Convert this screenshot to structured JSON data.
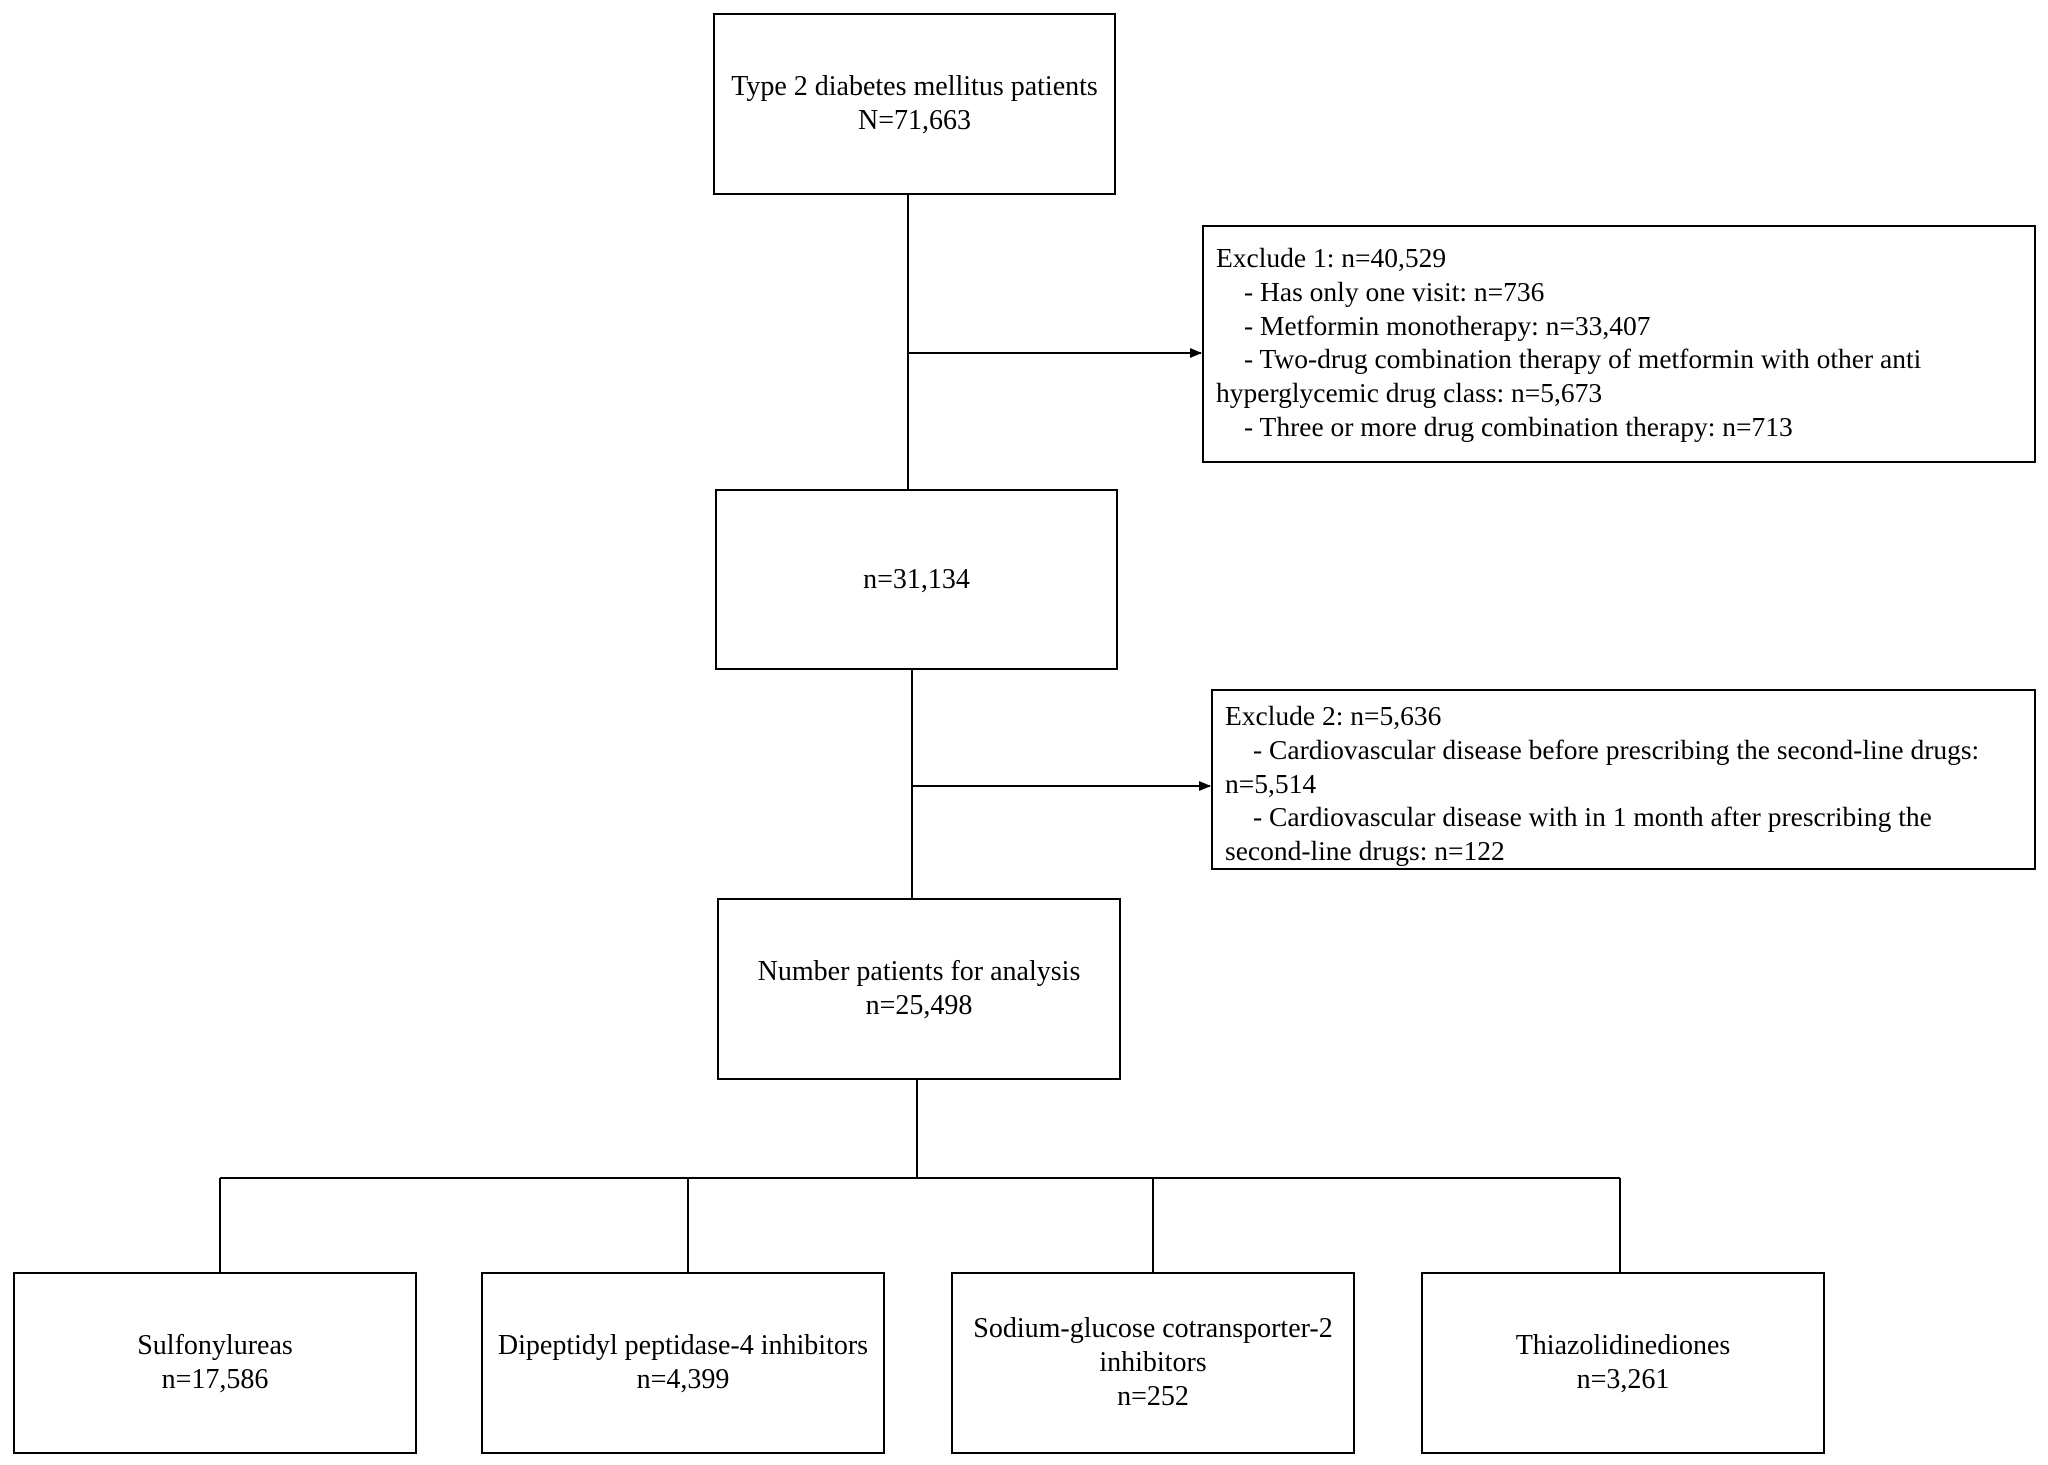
{
  "top": {
    "title": "Type 2 diabetes mellitus patients",
    "count": "N=71,663"
  },
  "exclude1": {
    "title": "Exclude 1: n=40,529",
    "items": [
      "- Has only one visit: n=736",
      "- Metformin monotherapy: n=33,407",
      "- Two-drug combination therapy of metformin with other anti",
      "hyperglycemic drug class: n=5,673",
      "- Three or more drug combination therapy: n=713"
    ]
  },
  "middle": {
    "count": "n=31,134"
  },
  "exclude2": {
    "title": "Exclude 2: n=5,636",
    "items": [
      "- Cardiovascular disease before prescribing the second-line drugs:",
      "n=5,514",
      "- Cardiovascular disease with in 1 month after prescribing the",
      "second-line drugs: n=122"
    ]
  },
  "analysis": {
    "title": "Number patients for analysis",
    "count": "n=25,498"
  },
  "groups": [
    {
      "name": "Sulfonylureas",
      "count": "n=17,586"
    },
    {
      "name": "Dipeptidyl peptidase-4 inhibitors",
      "count": "n=4,399"
    },
    {
      "name": "Sodium-glucose cotransporter-2",
      "name2": "inhibitors",
      "count": "n=252"
    },
    {
      "name": "Thiazolidinediones",
      "count": "n=3,261"
    }
  ]
}
